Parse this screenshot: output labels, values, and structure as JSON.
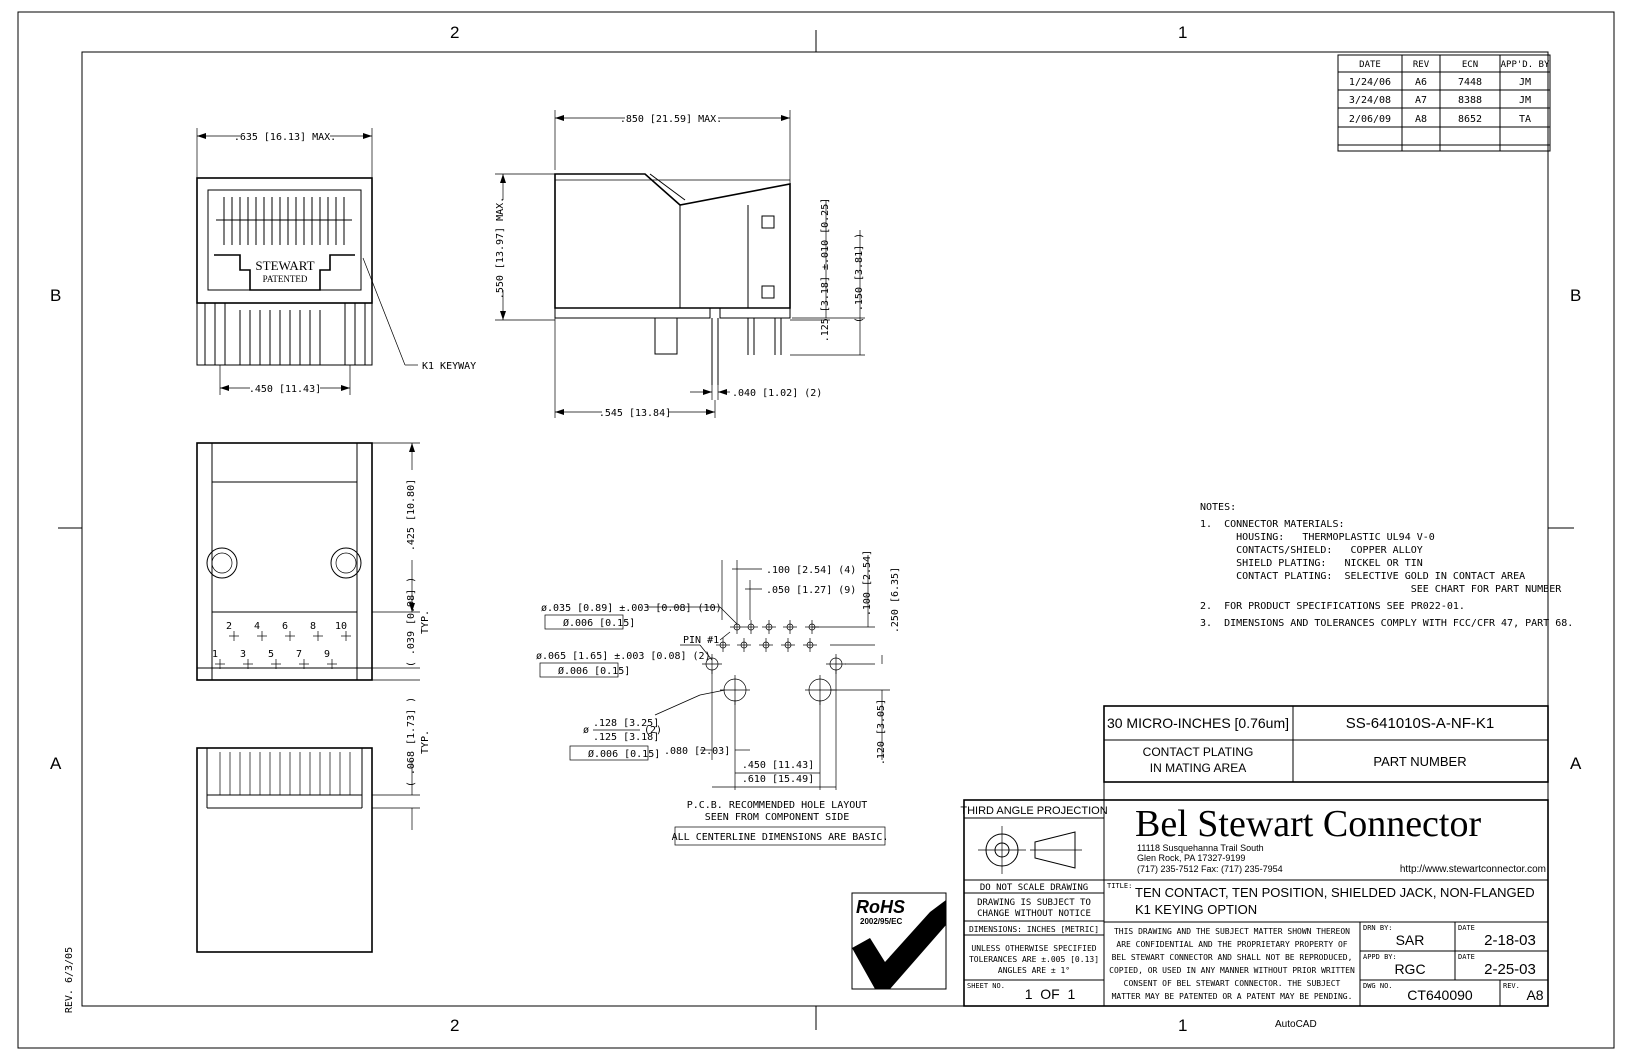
{
  "zones": {
    "top_left": "2",
    "top_right": "1",
    "bottom_left": "2",
    "bottom_right": "1",
    "left_top": "B",
    "left_bottom": "A",
    "right_top": "B",
    "right_bottom": "A"
  },
  "revision_table": {
    "headers": [
      "DATE",
      "REV",
      "ECN",
      "APP'D. BY"
    ],
    "rows": [
      [
        "1/24/06",
        "A6",
        "7448",
        "JM"
      ],
      [
        "3/24/08",
        "A7",
        "8388",
        "JM"
      ],
      [
        "2/06/09",
        "A8",
        "8652",
        "TA"
      ]
    ]
  },
  "front_view": {
    "width_dim": ".635 [16.13] MAX.",
    "pitch_dim": ".450 [11.43]",
    "brand_text": "STEWART",
    "patent_text": "PATENTED",
    "keyway_label": "K1 KEYWAY"
  },
  "side_view": {
    "width_dim": ".850 [21.59] MAX.",
    "height_dim": ".550 [13.97] MAX.",
    "post_dim": ".125 [3.18] ±.010 [0.25]",
    "pin_len_dim": "( .150 [3.81] )",
    "pin_width_dim": ".040 [1.02] (2)",
    "offset_dim": ".545 [13.84]"
  },
  "bottom_view": {
    "top_dim": ".425 [10.80]",
    "typ_dim": "( .039 [0.98] )",
    "typ_label": "TYP.",
    "pin_numbers_top": [
      "2",
      "4",
      "6",
      "8",
      "10"
    ],
    "pin_numbers_bottom": [
      "1",
      "3",
      "5",
      "7",
      "9"
    ]
  },
  "lower_view": {
    "typ_dim": "( .068 [1.73] )",
    "typ_label": "TYP."
  },
  "pcb_layout": {
    "hole1": "ø.035 [0.89] ±.003 [0.08] (10)",
    "tol1": "Ø.006 [0.15]",
    "pin1_label": "PIN #1",
    "hole2": "ø.065 [1.65] ±.003 [0.08] (2)",
    "tol2": "Ø.006 [0.15]",
    "hole3_sym": "ø",
    "hole3_top": ".128 [3.25]",
    "hole3_bot": ".125 [3.18]",
    "hole3_qty": "(2)",
    "tol3": "Ø.006 [0.15]",
    "dim_100": ".100 [2.54] (4)",
    "dim_050": ".050 [1.27] (9)",
    "dim_100v": ".100 [2.54]",
    "dim_250": ".250 [6.35]",
    "dim_120": ".120 [3.05]",
    "dim_080": ".080 [2.03]",
    "dim_450": ".450 [11.43]",
    "dim_610": ".610 [15.49]",
    "caption_1": "P.C.B. RECOMMENDED HOLE LAYOUT",
    "caption_2": "SEEN FROM COMPONENT SIDE",
    "basic_note": "ALL CENTERLINE DIMENSIONS ARE BASIC."
  },
  "notes": {
    "title": "NOTES:",
    "lines": [
      "1.  CONNECTOR MATERIALS:",
      "      HOUSING:   THERMOPLASTIC UL94 V-0",
      "      CONTACTS/SHIELD:   COPPER ALLOY",
      "      SHIELD PLATING:   NICKEL OR TIN",
      "      CONTACT PLATING:  SELECTIVE GOLD IN CONTACT AREA",
      "                                   SEE CHART FOR PART NUMBER",
      "2.  FOR PRODUCT SPECIFICATIONS SEE PR022-01.",
      "3.  DIMENSIONS AND TOLERANCES COMPLY WITH FCC/CFR 47, PART 68."
    ]
  },
  "plating_table": {
    "plating": "30 MICRO-INCHES [0.76um]",
    "part_number": "SS-641010S-A-NF-K1",
    "label_plating_1": "CONTACT PLATING",
    "label_plating_2": "IN MATING AREA",
    "label_part": "PART NUMBER"
  },
  "title_block": {
    "projection": "THIRD ANGLE PROJECTION",
    "company": "Bel Stewart Connector",
    "address_1": "11118 Susquehanna Trail South",
    "address_2": "Glen Rock, PA   17327-9199",
    "address_3": "(717) 235-7512   Fax: (717) 235-7954",
    "url": "http://www.stewartconnector.com",
    "no_scale": "DO NOT SCALE DRAWING",
    "subject_1": "DRAWING IS SUBJECT TO",
    "subject_2": "CHANGE WITHOUT NOTICE",
    "dimensions": "DIMENSIONS: INCHES [METRIC]",
    "tol_1": "UNLESS OTHERWISE SPECIFIED",
    "tol_2": "TOLERANCES ARE ±.005 [0.13]",
    "tol_3": "ANGLES ARE ± 1°",
    "sheet_label": "SHEET NO.",
    "sheet_value": "1  OF  1",
    "title_label": "TITLE:",
    "title_1": "TEN CONTACT, TEN POSITION, SHIELDED JACK, NON-FLANGED",
    "title_2": "K1 KEYING OPTION",
    "conf_1": "THIS DRAWING AND THE SUBJECT MATTER SHOWN THEREON",
    "conf_2": "ARE CONFIDENTIAL AND THE PROPRIETARY PROPERTY OF",
    "conf_3": "BEL STEWART CONNECTOR AND SHALL NOT BE REPRODUCED,",
    "conf_4": "COPIED, OR USED IN ANY MANNER WITHOUT PRIOR WRITTEN",
    "conf_5": "CONSENT OF BEL STEWART CONNECTOR.   THE SUBJECT",
    "conf_6": "MATTER MAY BE PATENTED OR A PATENT MAY BE PENDING.",
    "drn_label": "DRN BY:",
    "drn_value": "SAR",
    "date1_label": "DATE",
    "date1_value": "2-18-03",
    "appd_label": "APPD BY:",
    "appd_value": "RGC",
    "date2_label": "DATE",
    "date2_value": "2-25-03",
    "dwg_label": "DWG NO.",
    "dwg_value": "CT640090",
    "rev_label": "REV.",
    "rev_value": "A8"
  },
  "rohs": {
    "label": "RoHS",
    "directive": "2002/95/EC"
  },
  "autocad": "AutoCAD",
  "rev_stamp": "REV. 6/3/05"
}
